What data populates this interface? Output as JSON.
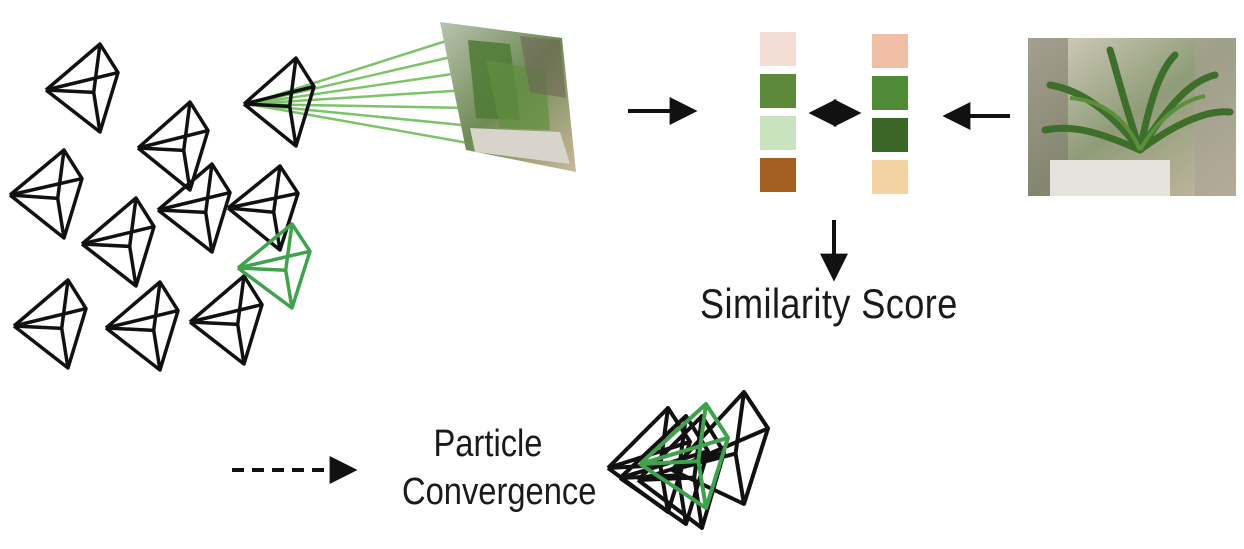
{
  "labels": {
    "similarity_score": "Similarity Score",
    "particle_convergence_line1": "Particle",
    "particle_convergence_line2": "Convergence"
  },
  "colors": {
    "camera_default": "#111111",
    "camera_selected": "#3fa34d",
    "ray_color": "#7cc36a",
    "arrow_color": "#111111",
    "feature_left": [
      "#f3ddd5",
      "#5c8a3a",
      "#c8e3bd",
      "#a35f1f"
    ],
    "feature_right": [
      "#f0bfa6",
      "#4f8a36",
      "#3a6628",
      "#f3d3a2"
    ]
  },
  "icons": {
    "camera": "wireframe-pyramid-camera-icon",
    "rendered_view": "rendered-plant-image-icon",
    "reference_view": "reference-plant-photo-icon"
  }
}
